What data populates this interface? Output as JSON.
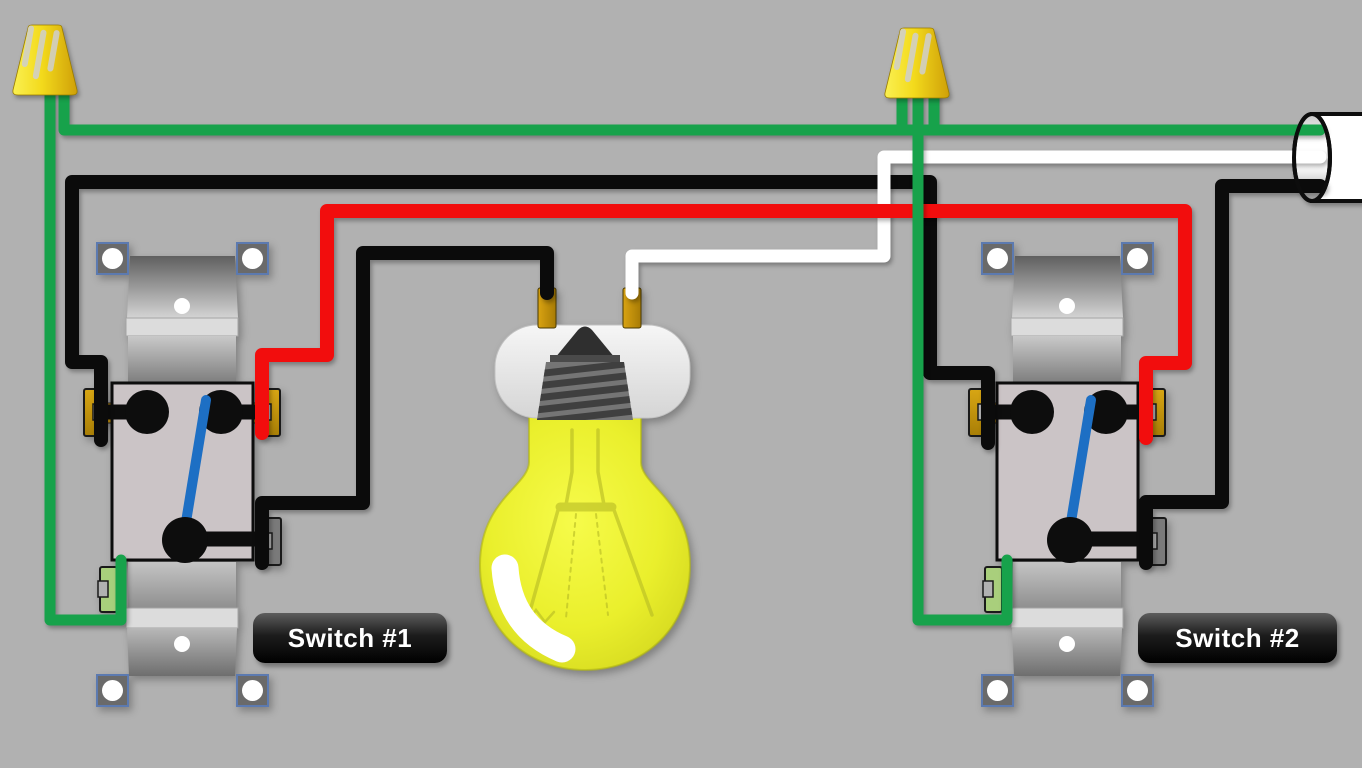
{
  "labels": {
    "switch1": "Switch #1",
    "switch2": "Switch #2"
  },
  "colors": {
    "background": "#b1b1b1",
    "wire_green": "#17a24b",
    "wire_black": "#0b0b0b",
    "wire_red": "#f20d0d",
    "wire_white": "#ffffff",
    "wire_nut_yellow": "#f0d81d",
    "bulb_glass_yellow": "#e9ee2e",
    "toggle_lever_blue": "#1d6fc4",
    "brass_terminal": "#c28f0e",
    "common_terminal": "#7a7a7a",
    "ground_terminal": "#a9cf7c",
    "switch_body": "#cbc4c6",
    "label_background": "#000000",
    "label_text": "#ffffff"
  },
  "components": {
    "wire_nut_1": "wire nut",
    "wire_nut_2": "wire nut",
    "switch_1": "3-way switch",
    "switch_2": "3-way switch",
    "lamp_socket": "lamp socket",
    "light_bulb": "light bulb (lit)",
    "supply_cable": "supply cable"
  }
}
